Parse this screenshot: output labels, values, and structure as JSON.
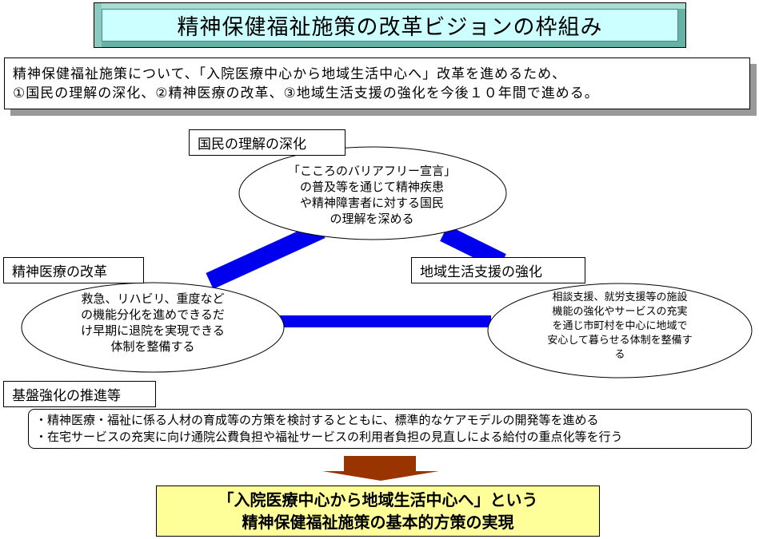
{
  "title": "精神保健福祉施策の改革ビジョンの枠組み",
  "intro": {
    "line1": "精神保健福祉施策について、「入院医療中心から地域生活中心へ」改革を進めるため、",
    "line2": "①国民の理解の深化、②精神医療の改革、③地域生活支援の強化を今後１０年間で進める。"
  },
  "pillars": [
    {
      "label": "国民の理解の深化",
      "lines": [
        "「こころのバリアフリー宣言」",
        "の普及等を通じて精神疾患",
        "や精神障害者に対する国民",
        "の理解を深める"
      ]
    },
    {
      "label": "精神医療の改革",
      "lines": [
        "救急、リハビリ、重度など",
        "の機能分化を進めできるだ",
        "け早期に退院を実現できる",
        "体制を整備する"
      ]
    },
    {
      "label": "地域生活支援の強化",
      "lines": [
        "相談支援、就労支援等の施設",
        "機能の強化やサービスの充実",
        "を通じ市町村を中心に地域で",
        "安心して暮らせる体制を整備す",
        "る"
      ]
    }
  ],
  "foundation": {
    "label": "基盤強化の推進等",
    "items": [
      "・精神医療・福祉に係る人材の育成等の方策を検討するとともに、標準的なケアモデルの開発等を進める",
      "・在宅サービスの充実に向け通院公費負担や福祉サービスの利用者負担の見直しによる給付の重点化等を行う"
    ]
  },
  "result": {
    "line1": "「入院医療中心から地域生活中心へ」という",
    "line2": "精神保健福祉施策の基本的方策の実現"
  },
  "colors": {
    "connector": "#0000ee",
    "arrow": "#993300",
    "title_bg": "#ccffff",
    "result_bg": "#ffff99"
  }
}
